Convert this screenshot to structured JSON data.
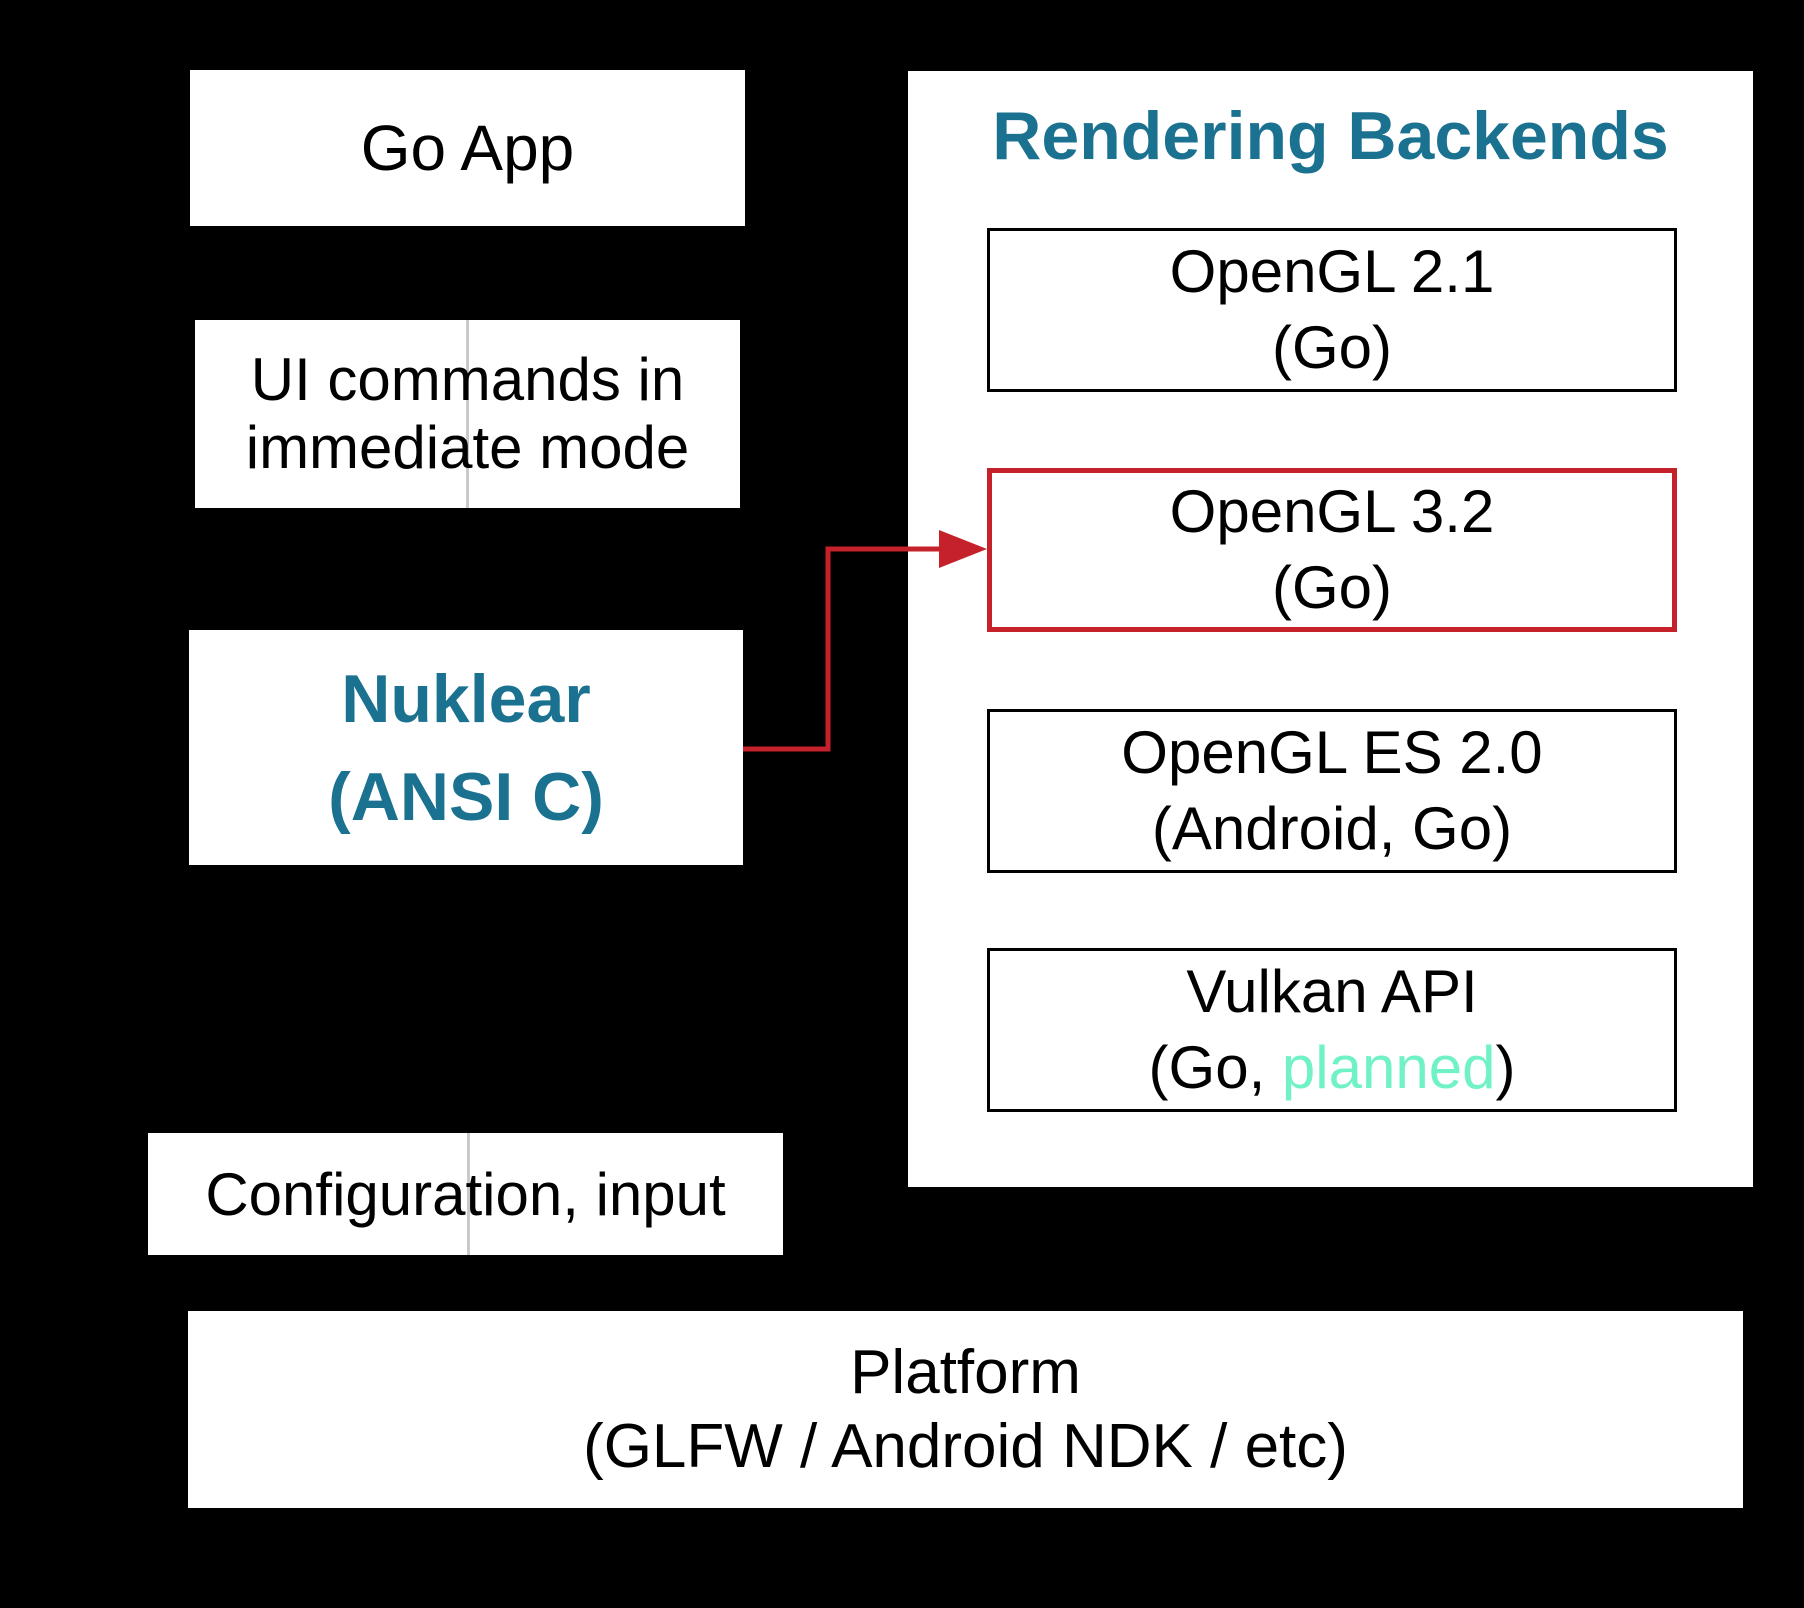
{
  "diagram": {
    "background": "#000000",
    "colors": {
      "box_fill": "#ffffff",
      "text": "#000000",
      "teal_accent": "#1a7190",
      "red_accent": "#c5212b",
      "mint_accent": "#70f2c6",
      "connector_gray": "#c9c9c9"
    },
    "left_column": {
      "go_app": {
        "label": "Go App"
      },
      "ui_commands": {
        "line1": "UI commands in",
        "line2": "immediate mode"
      },
      "nuklear": {
        "line1": "Nuklear",
        "line2": "(ANSI C)"
      },
      "configuration": {
        "label": "Configuration, input"
      },
      "platform": {
        "line1": "Platform",
        "line2": "(GLFW / Android NDK / etc)"
      }
    },
    "backends_panel": {
      "title": "Rendering Backends",
      "boxes": [
        {
          "line1": "OpenGL 2.1",
          "line2": "(Go)",
          "highlighted": false
        },
        {
          "line1": "OpenGL 3.2",
          "line2": "(Go)",
          "highlighted": true
        },
        {
          "line1": "OpenGL ES 2.0",
          "line2": "(Android, Go)",
          "highlighted": false
        },
        {
          "line1": "Vulkan API",
          "line2_prefix": "(Go, ",
          "line2_planned": "planned",
          "line2_suffix": ")",
          "highlighted": false
        }
      ]
    }
  }
}
